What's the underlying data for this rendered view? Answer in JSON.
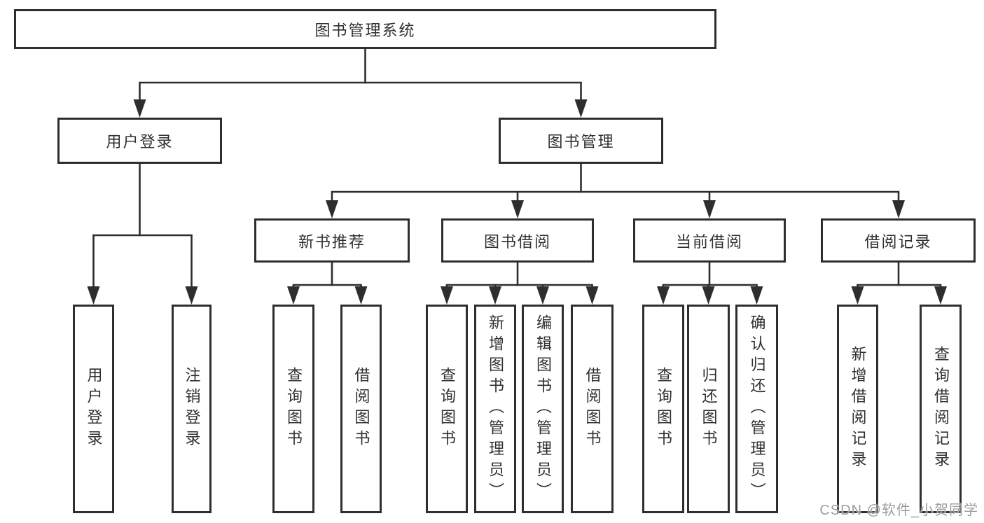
{
  "tree": {
    "label": "图书管理系统",
    "children": [
      {
        "label": "用户登录",
        "children": [
          {
            "label": "用户登录"
          },
          {
            "label": "注销登录"
          }
        ]
      },
      {
        "label": "图书管理",
        "children": [
          {
            "label": "新书推荐",
            "children": [
              {
                "label": "查询图书"
              },
              {
                "label": "借阅图书"
              }
            ]
          },
          {
            "label": "图书借阅",
            "children": [
              {
                "label": "查询图书"
              },
              {
                "label": "新增图书（管理员）"
              },
              {
                "label": "编辑图书（管理员）"
              },
              {
                "label": "借阅图书"
              }
            ]
          },
          {
            "label": "当前借阅",
            "children": [
              {
                "label": "查询图书"
              },
              {
                "label": "归还图书"
              },
              {
                "label": "确认归还（管理员）"
              }
            ]
          },
          {
            "label": "借阅记录",
            "children": [
              {
                "label": "新增借阅记录"
              },
              {
                "label": "查询借阅记录"
              }
            ]
          }
        ]
      }
    ]
  },
  "watermark": "CSDN @软件_小贺同学",
  "colors": {
    "line": "#2e2e2e",
    "text": "#303030",
    "watermark": "#9d9d9d",
    "background": "#ffffff"
  }
}
